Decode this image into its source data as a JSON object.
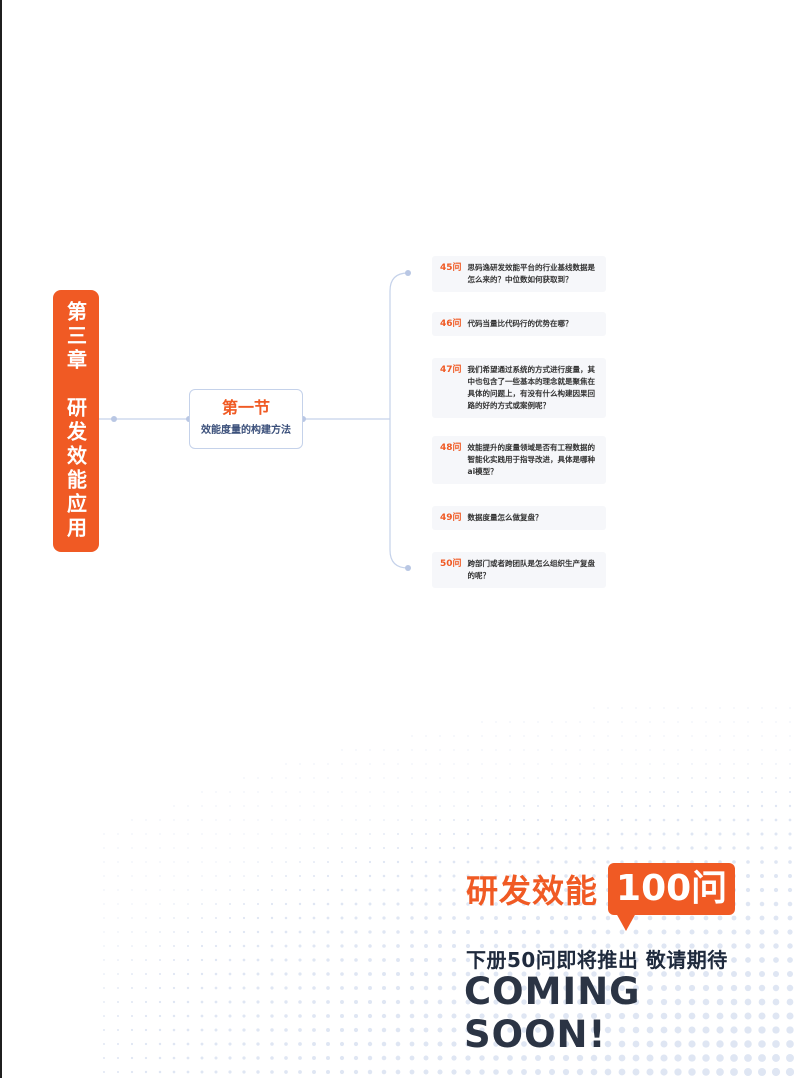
{
  "chapter": {
    "label": "第三章　研发效能应用"
  },
  "section": {
    "title": "第一节",
    "subtitle": "效能度量的构建方法"
  },
  "questions": [
    {
      "num": "45问",
      "text": "思码逸研发效能平台的行业基线数据是怎么来的？中位数如何获取到？"
    },
    {
      "num": "46问",
      "text": "代码当量比代码行的优势在哪？"
    },
    {
      "num": "47问",
      "text": "我们希望通过系统的方式进行度量，其中也包含了一些基本的理念就是聚焦在具体的问题上，有没有什么构建因果回路的好的方式或案例呢？"
    },
    {
      "num": "48问",
      "text": "效能提升的度量领域是否有工程数据的智能化实践用于指导改进，具体是哪种ai模型？"
    },
    {
      "num": "49问",
      "text": "数据度量怎么做复盘？"
    },
    {
      "num": "50问",
      "text": "跨部门或者跨团队是怎么组织生产复盘的呢？"
    }
  ],
  "promo": {
    "brand": "研发效能",
    "badge": "100问",
    "tagline": "下册50问即将推出 敬请期待",
    "coming_soon": "COMING SOON!"
  },
  "colors": {
    "accent": "#f05a24",
    "connector": "#c5d2ea",
    "dots": "#dfe6f3"
  }
}
